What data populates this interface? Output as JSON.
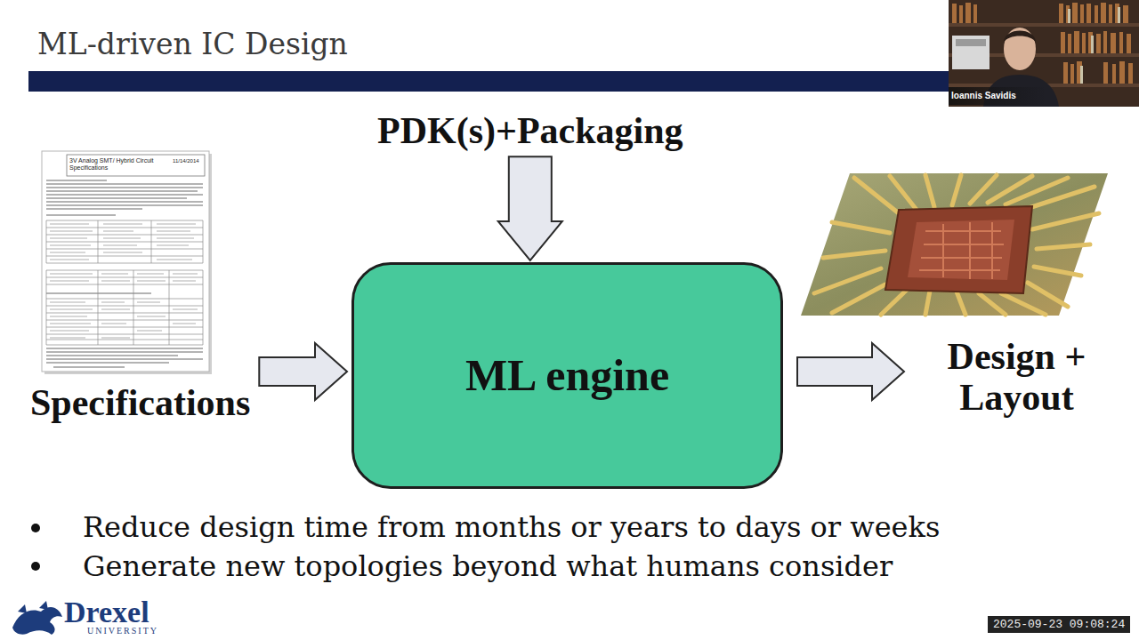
{
  "diagram": {
    "title": "ML-driven IC Design",
    "nodes": [
      {
        "text": [
          "Specifications"
        ]
      },
      {
        "text": [
          "PDK(s)+Packaging"
        ]
      },
      {
        "text": [
          "ML engine"
        ]
      },
      {
        "text": [
          "Design + Layout"
        ]
      }
    ],
    "edges": [
      {
        "from": 0,
        "to": 2,
        "arrow": "to"
      },
      {
        "from": 1,
        "to": 2,
        "arrow": "to"
      },
      {
        "from": 2,
        "to": 3,
        "arrow": "to"
      }
    ],
    "labels": [
      "3V Analog SMT/ Hybrid Circuit Specifications",
      "11/14/2014",
      "Reduce design time from months or years to days or weeks",
      "Generate new topologies beyond what humans consider",
      "Ioannis Savidis",
      "Drexel",
      "UNIVERSITY",
      "2025-09-23 09:08:24"
    ]
  }
}
